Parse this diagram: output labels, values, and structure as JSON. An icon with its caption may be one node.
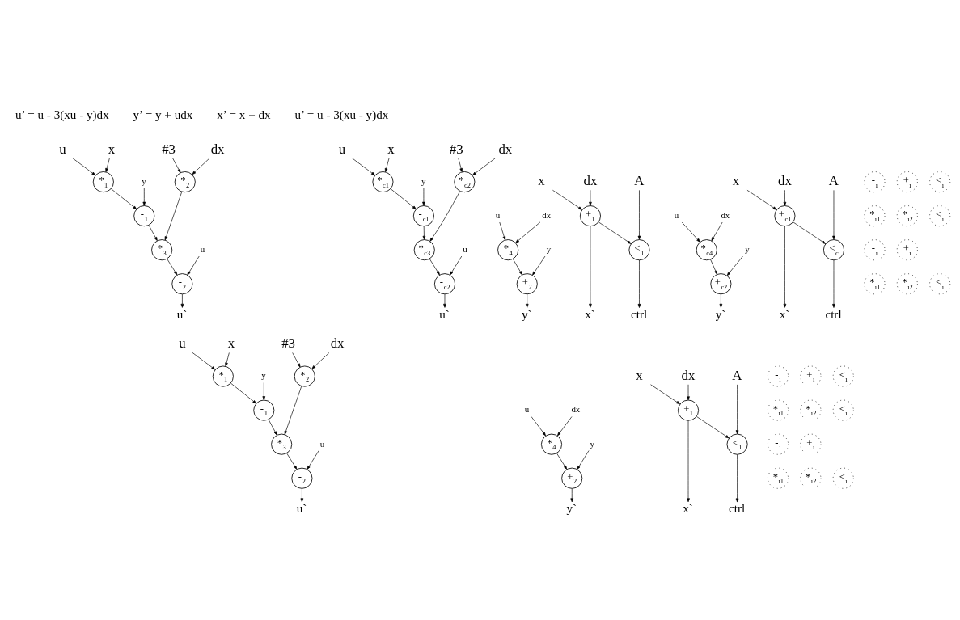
{
  "diagram": {
    "nodes": [
      {
        "text": [
          "u"
        ]
      },
      {
        "text": [
          "x"
        ]
      },
      {
        "text": [
          "#3"
        ]
      },
      {
        "text": [
          "dx"
        ]
      },
      {
        "text": [
          "*$_{1}$"
        ]
      },
      {
        "text": [
          "y"
        ]
      },
      {
        "text": [
          "-$_{1}$"
        ]
      },
      {
        "text": [
          "*$_{2}$"
        ]
      },
      {
        "text": [
          "*$_{3}$"
        ]
      },
      {
        "text": [
          "u"
        ]
      },
      {
        "text": [
          "-$_{2}$"
        ]
      },
      {
        "text": [
          "u`"
        ]
      },
      {
        "text": [
          "u"
        ]
      },
      {
        "text": [
          "dx"
        ]
      },
      {
        "text": [
          "*$_{4}$"
        ]
      },
      {
        "text": [
          "y"
        ]
      },
      {
        "text": [
          "+$_{2}$"
        ]
      },
      {
        "text": [
          "y`"
        ]
      },
      {
        "text": [
          "x"
        ]
      },
      {
        "text": [
          "dx"
        ]
      },
      {
        "text": [
          "A"
        ]
      },
      {
        "text": [
          "+$_{1}$"
        ]
      },
      {
        "text": [
          "<$_{1}$"
        ]
      },
      {
        "text": [
          "x`"
        ]
      },
      {
        "text": [
          "ctrl"
        ]
      },
      {
        "text": [
          "u"
        ]
      },
      {
        "text": [
          "x"
        ]
      },
      {
        "text": [
          "#3"
        ]
      },
      {
        "text": [
          "dx"
        ]
      },
      {
        "text": [
          "*$_{1}$"
        ]
      },
      {
        "text": [
          "y"
        ]
      },
      {
        "text": [
          "-$_{1}$"
        ]
      },
      {
        "text": [
          "*$_{2}$"
        ]
      },
      {
        "text": [
          "*$_{3}$"
        ]
      },
      {
        "text": [
          "u"
        ]
      },
      {
        "text": [
          "-$_{2}$"
        ]
      },
      {
        "text": [
          "u`"
        ]
      },
      {
        "text": [
          "u"
        ]
      },
      {
        "text": [
          "dx"
        ]
      },
      {
        "text": [
          "*$_{4}$"
        ]
      },
      {
        "text": [
          "y"
        ]
      },
      {
        "text": [
          "+$_{2}$"
        ]
      },
      {
        "text": [
          "y`"
        ]
      },
      {
        "text": [
          "x"
        ]
      },
      {
        "text": [
          "dx"
        ]
      },
      {
        "text": [
          "A"
        ]
      },
      {
        "text": [
          "+$_{1}$"
        ]
      },
      {
        "text": [
          "<$_{1}$"
        ]
      },
      {
        "text": [
          "x`"
        ]
      },
      {
        "text": [
          "ctrl"
        ]
      },
      {
        "text": [
          "u"
        ]
      },
      {
        "text": [
          "x"
        ]
      },
      {
        "text": [
          "#3"
        ]
      },
      {
        "text": [
          "dx"
        ]
      },
      {
        "text": [
          "*$_{c1}$"
        ]
      },
      {
        "text": [
          "y"
        ]
      },
      {
        "text": [
          "-$_{c1}$"
        ]
      },
      {
        "text": [
          "*$_{c2}$"
        ]
      },
      {
        "text": [
          "*$_{c3}$"
        ]
      },
      {
        "text": [
          "u"
        ]
      },
      {
        "text": [
          "-$_{c2}$"
        ]
      },
      {
        "text": [
          "u`"
        ]
      },
      {
        "text": [
          "u"
        ]
      },
      {
        "text": [
          "dx"
        ]
      },
      {
        "text": [
          "*$_{c4}$"
        ]
      },
      {
        "text": [
          "y"
        ]
      },
      {
        "text": [
          "+$_{c2}$"
        ]
      },
      {
        "text": [
          "y`"
        ]
      },
      {
        "text": [
          "x"
        ]
      },
      {
        "text": [
          "dx"
        ]
      },
      {
        "text": [
          "A"
        ]
      },
      {
        "text": [
          "+$_{c1}$"
        ]
      },
      {
        "text": [
          "<$_{c}$"
        ]
      },
      {
        "text": [
          "x`"
        ]
      },
      {
        "text": [
          "ctrl"
        ]
      },
      {
        "text": [
          "-$_{i}$"
        ]
      },
      {
        "text": [
          "+$_{i}$"
        ]
      },
      {
        "text": [
          "<$_{i}$"
        ]
      },
      {
        "text": [
          "*$_{i1}$"
        ]
      },
      {
        "text": [
          "*$_{i2}$"
        ]
      },
      {
        "text": [
          "<$_{i}$"
        ]
      },
      {
        "text": [
          "-$_{i}$"
        ]
      },
      {
        "text": [
          "+$_{i}$"
        ]
      },
      {
        "text": [
          "*$_{i1}$"
        ]
      },
      {
        "text": [
          "*$_{i2}$"
        ]
      },
      {
        "text": [
          "<$_{i}$"
        ]
      },
      {
        "text": [
          "-$_{i}$"
        ]
      },
      {
        "text": [
          "+$_{i}$"
        ]
      },
      {
        "text": [
          "<$_{i}$"
        ]
      },
      {
        "text": [
          "*$_{i1}$"
        ]
      },
      {
        "text": [
          "*$_{i2}$"
        ]
      },
      {
        "text": [
          "<$_{i}$"
        ]
      },
      {
        "text": [
          "-$_{i}$"
        ]
      },
      {
        "text": [
          "+$_{i}$"
        ]
      },
      {
        "text": [
          "*$_{i1}$"
        ]
      },
      {
        "text": [
          "*$_{i2}$"
        ]
      },
      {
        "text": [
          "<$_{i}$"
        ]
      }
    ],
    "edges": [
      {
        "from": 0,
        "to": 4,
        "arrow": "to"
      },
      {
        "from": 1,
        "to": 4,
        "arrow": "to"
      },
      {
        "from": 2,
        "to": 7,
        "arrow": "to"
      },
      {
        "from": 3,
        "to": 7,
        "arrow": "to"
      },
      {
        "from": 4,
        "to": 6,
        "arrow": "to"
      },
      {
        "from": 5,
        "to": 6,
        "arrow": "to"
      },
      {
        "from": 6,
        "to": 8,
        "arrow": "to"
      },
      {
        "from": 7,
        "to": 8,
        "arrow": "to"
      },
      {
        "from": 8,
        "to": 10,
        "arrow": "to"
      },
      {
        "from": 9,
        "to": 10,
        "arrow": "to"
      },
      {
        "from": 10,
        "to": 11,
        "arrow": "to"
      },
      {
        "from": 12,
        "to": 14,
        "arrow": "to"
      },
      {
        "from": 13,
        "to": 14,
        "arrow": "to"
      },
      {
        "from": 14,
        "to": 16,
        "arrow": "to"
      },
      {
        "from": 15,
        "to": 16,
        "arrow": "to"
      },
      {
        "from": 16,
        "to": 17,
        "arrow": "to"
      },
      {
        "from": 18,
        "to": 21,
        "arrow": "to"
      },
      {
        "from": 19,
        "to": 21,
        "arrow": "to"
      },
      {
        "from": 21,
        "to": 22,
        "arrow": "to"
      },
      {
        "from": 20,
        "to": 22,
        "arrow": "to"
      },
      {
        "from": 21,
        "to": 23,
        "arrow": "to"
      },
      {
        "from": 22,
        "to": 24,
        "arrow": "to"
      },
      {
        "from": 25,
        "to": 29,
        "arrow": "to"
      },
      {
        "from": 26,
        "to": 29,
        "arrow": "to"
      },
      {
        "from": 27,
        "to": 32,
        "arrow": "to"
      },
      {
        "from": 28,
        "to": 32,
        "arrow": "to"
      },
      {
        "from": 29,
        "to": 31,
        "arrow": "to"
      },
      {
        "from": 30,
        "to": 31,
        "arrow": "to"
      },
      {
        "from": 31,
        "to": 33,
        "arrow": "to"
      },
      {
        "from": 32,
        "to": 33,
        "arrow": "to"
      },
      {
        "from": 33,
        "to": 35,
        "arrow": "to"
      },
      {
        "from": 34,
        "to": 35,
        "arrow": "to"
      },
      {
        "from": 35,
        "to": 36,
        "arrow": "to"
      },
      {
        "from": 37,
        "to": 39,
        "arrow": "to"
      },
      {
        "from": 38,
        "to": 39,
        "arrow": "to"
      },
      {
        "from": 39,
        "to": 41,
        "arrow": "to"
      },
      {
        "from": 40,
        "to": 41,
        "arrow": "to"
      },
      {
        "from": 41,
        "to": 42,
        "arrow": "to"
      },
      {
        "from": 43,
        "to": 46,
        "arrow": "to"
      },
      {
        "from": 44,
        "to": 46,
        "arrow": "to"
      },
      {
        "from": 46,
        "to": 47,
        "arrow": "to"
      },
      {
        "from": 45,
        "to": 47,
        "arrow": "to"
      },
      {
        "from": 46,
        "to": 48,
        "arrow": "to"
      },
      {
        "from": 47,
        "to": 49,
        "arrow": "to"
      },
      {
        "from": 50,
        "to": 54,
        "arrow": "to"
      },
      {
        "from": 51,
        "to": 54,
        "arrow": "to"
      },
      {
        "from": 52,
        "to": 57,
        "arrow": "to"
      },
      {
        "from": 53,
        "to": 57,
        "arrow": "to"
      },
      {
        "from": 54,
        "to": 56,
        "arrow": "to"
      },
      {
        "from": 55,
        "to": 56,
        "arrow": "to"
      },
      {
        "from": 56,
        "to": 58,
        "arrow": "to"
      },
      {
        "from": 57,
        "to": 58,
        "arrow": "to"
      },
      {
        "from": 58,
        "to": 60,
        "arrow": "to"
      },
      {
        "from": 59,
        "to": 60,
        "arrow": "to"
      },
      {
        "from": 60,
        "to": 61,
        "arrow": "to"
      },
      {
        "from": 62,
        "to": 64,
        "arrow": "to"
      },
      {
        "from": 63,
        "to": 64,
        "arrow": "to"
      },
      {
        "from": 64,
        "to": 66,
        "arrow": "to"
      },
      {
        "from": 65,
        "to": 66,
        "arrow": "to"
      },
      {
        "from": 66,
        "to": 67,
        "arrow": "to"
      },
      {
        "from": 68,
        "to": 71,
        "arrow": "to"
      },
      {
        "from": 69,
        "to": 71,
        "arrow": "to"
      },
      {
        "from": 71,
        "to": 72,
        "arrow": "to"
      },
      {
        "from": 70,
        "to": 72,
        "arrow": "to"
      },
      {
        "from": 71,
        "to": 73,
        "arrow": "to"
      },
      {
        "from": 72,
        "to": 74,
        "arrow": "to"
      }
    ],
    "labels": [
      "u’ = u - 3(xu - y)dx",
      "y’ = y + udx",
      "x’ = x + dx",
      "u’ = u - 3(xu - y)dx"
    ]
  }
}
